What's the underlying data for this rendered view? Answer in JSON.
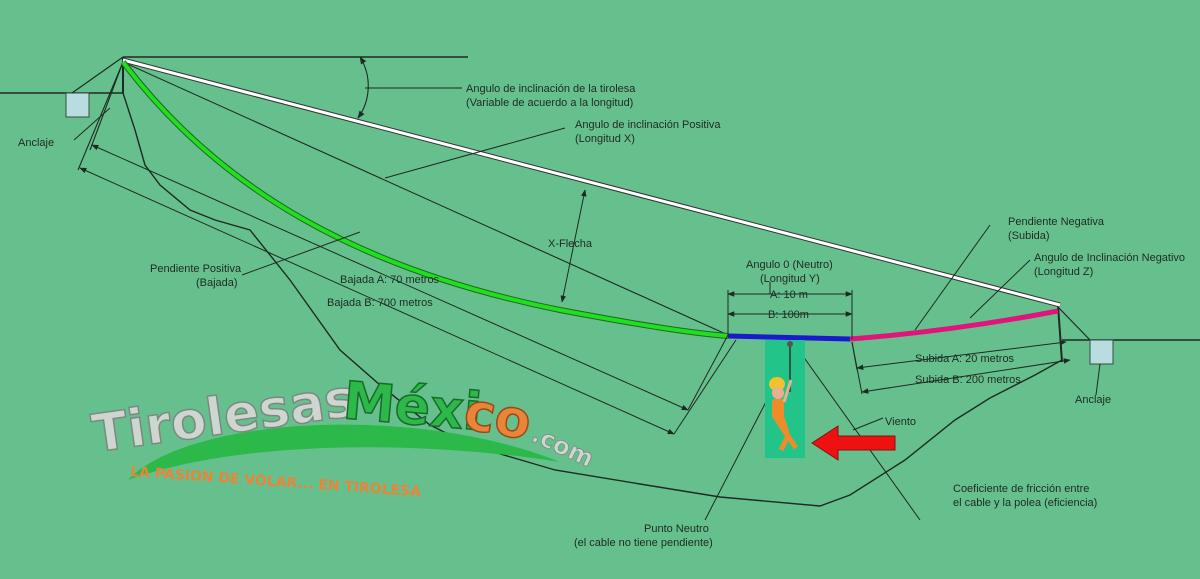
{
  "labels": {
    "tilt_angle": [
      "Angulo de inclinación de la tirolesa",
      "(Variable de acuerdo a la longitud)"
    ],
    "positive_angle": [
      "Angulo de inclinación Positiva",
      "(Longitud X)"
    ],
    "anchor_left": "Anclaje",
    "anchor_right": "Anclaje",
    "x_sag": "X-Flecha",
    "positive_slope": [
      "Pendiente Positiva",
      "(Bajada)"
    ],
    "descent_a": "Bajada A: 70 metros",
    "descent_b": "Bajada B: 700 metros",
    "negative_slope": [
      "Pendiente Negativa",
      "(Subida)"
    ],
    "negative_angle": [
      "Angulo de Inclinación Negativo",
      "(Longitud Z)"
    ],
    "zero_angle": [
      "Angulo 0 (Neutro)",
      "(Longitud Y)"
    ],
    "neutral_a": "A: 10 m",
    "neutral_b": "B: 100m",
    "ascent_a": "Subida A: 20 metros",
    "ascent_b": "Subida B: 200 metros",
    "wind": "Viento",
    "friction": [
      "Coeficiente de fricción entre",
      "el cable y la polea (eficiencia)"
    ],
    "neutral_point": [
      "Punto Neutro",
      "(el cable no tiene pendiente)"
    ]
  },
  "logo": {
    "part1": "Tirolesas",
    "part2": "Méxi",
    "part3": "co",
    "dotcom": ".com",
    "tagline": "LA PASION DE VOLAR... EN TIROLESA"
  },
  "colors": {
    "background": "#66c08e",
    "positive_cable": "#22dd22",
    "neutral_cable": "#1a1acc",
    "negative_cable": "#e0147a",
    "main_cable": "#ffffff",
    "wind_arrow": "#ee1111",
    "logo_grey": "#cfd6d0",
    "logo_green": "#2db84a",
    "logo_orange": "#e8853a",
    "anchor": "#b8dde0"
  }
}
